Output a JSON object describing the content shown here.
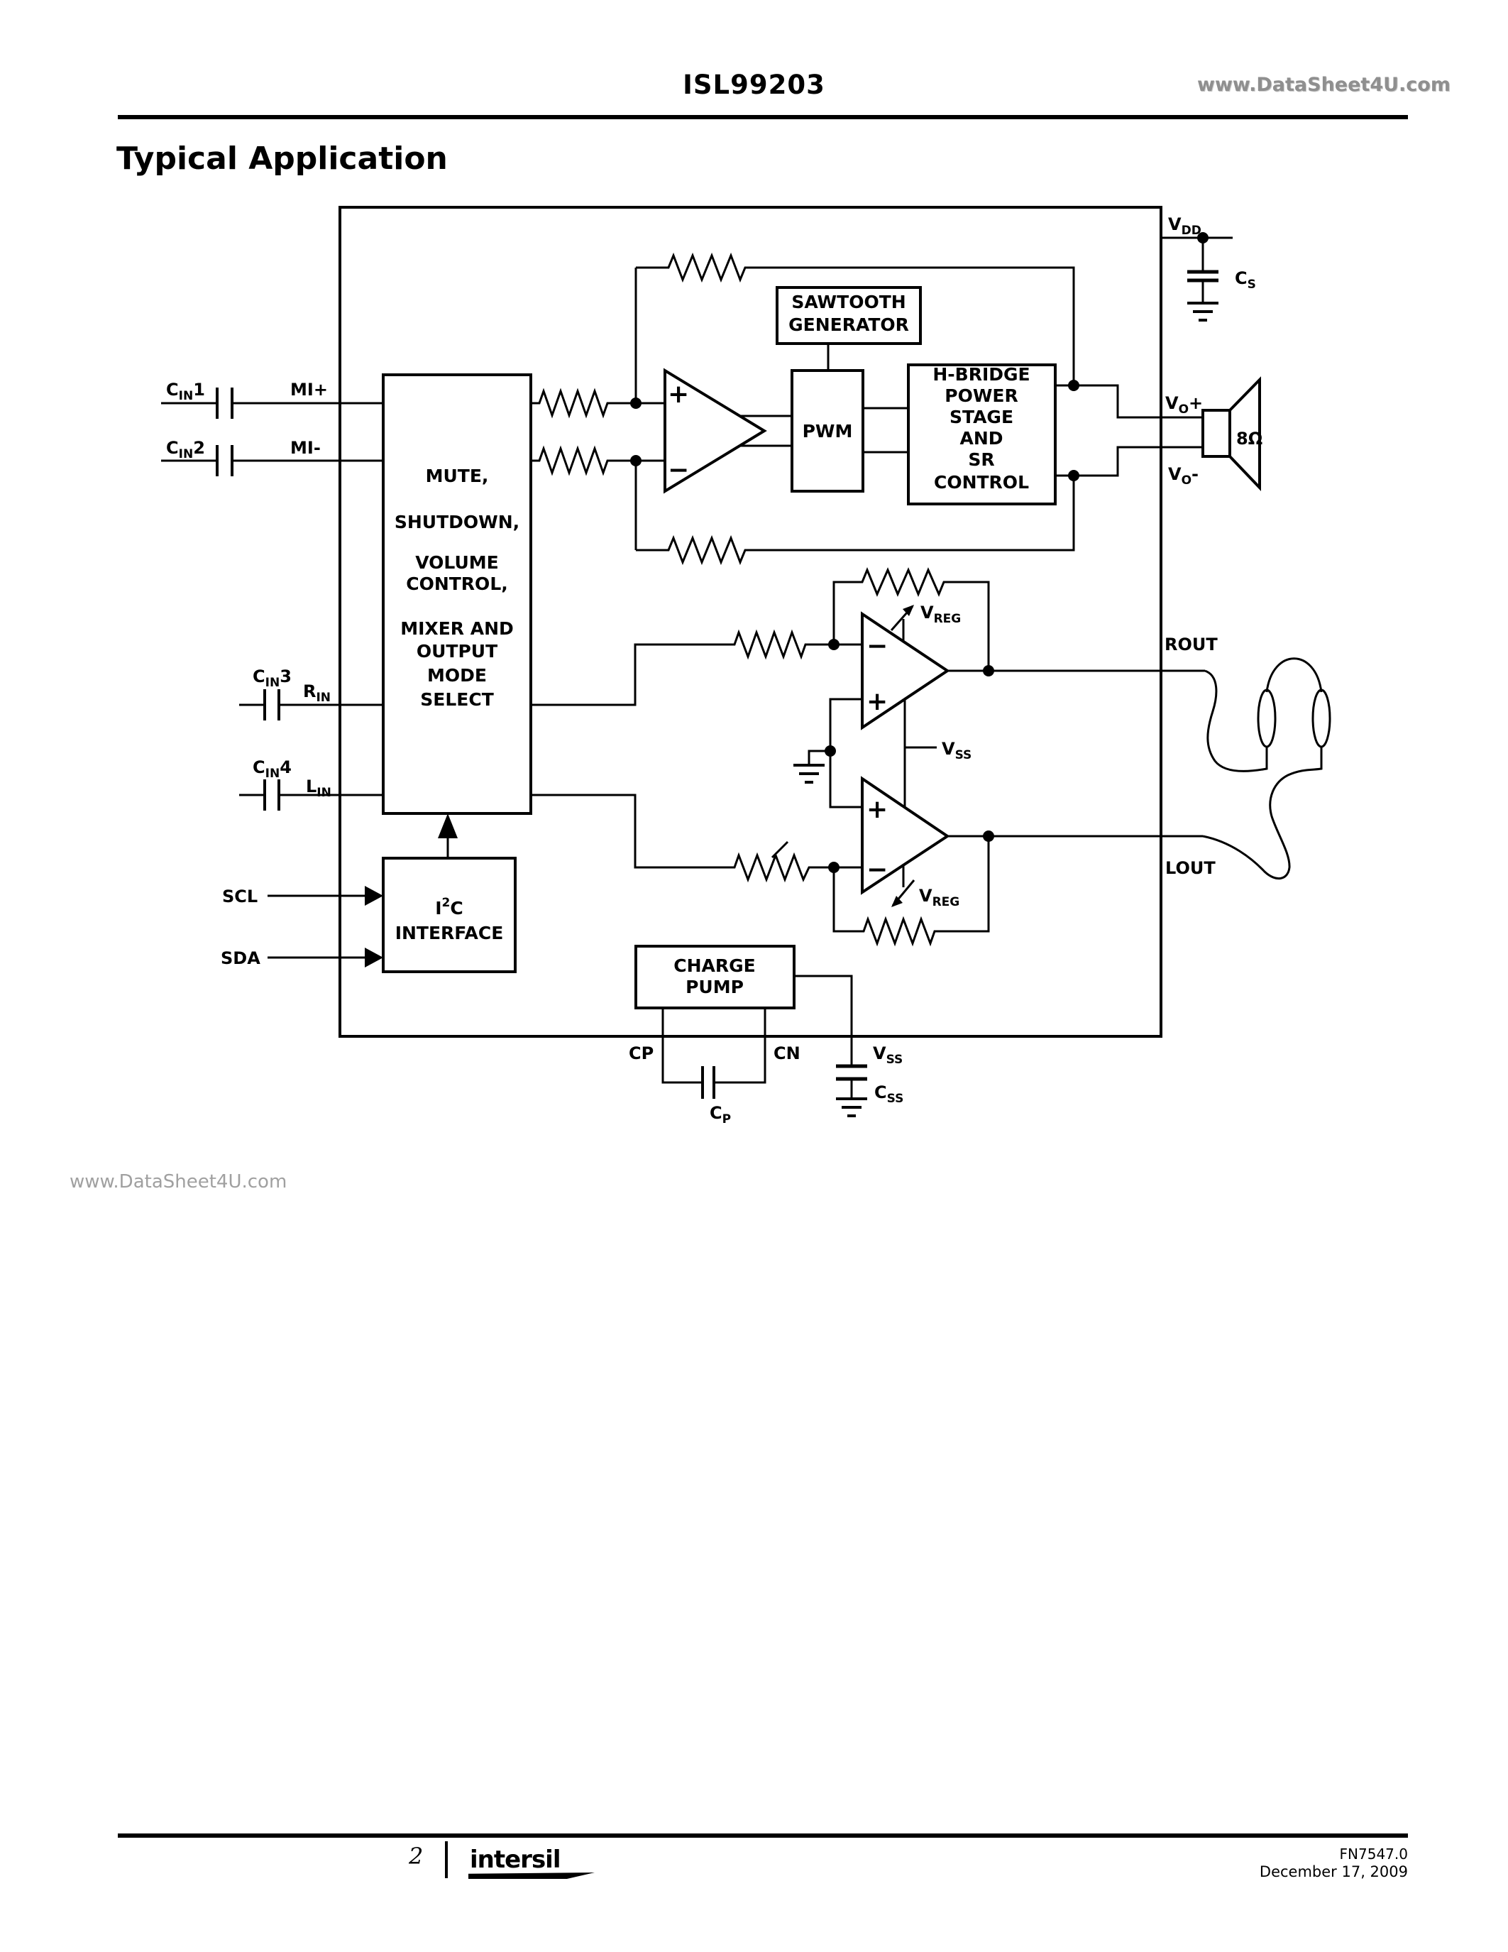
{
  "page": {
    "header": {
      "title": "ISL99203",
      "watermark": "www.DataSheet4U.com"
    },
    "section_title": "Typical Application",
    "mid_watermark": "www.DataSheet4U.com",
    "footer": {
      "page_number": "2",
      "logo_text": "intersil",
      "doc_number": "FN7547.0",
      "date": "December 17, 2009"
    }
  },
  "blocks": {
    "control": {
      "lines": [
        "MUTE,",
        "SHUTDOWN,",
        "VOLUME",
        "CONTROL,",
        "MIXER AND",
        "OUTPUT",
        "MODE",
        "SELECT"
      ]
    },
    "sawtooth": {
      "line1": "SAWTOOTH",
      "line2": "GENERATOR"
    },
    "pwm": {
      "label": "PWM"
    },
    "hbridge": {
      "lines": [
        "H-BRIDGE",
        "POWER",
        "STAGE",
        "AND",
        "SR",
        "CONTROL"
      ]
    },
    "i2c": {
      "base": "I",
      "sup": "2",
      "after": "C",
      "line2": "INTERFACE"
    },
    "charge_pump": {
      "line1": "CHARGE",
      "line2": "PUMP"
    }
  },
  "symbols": {
    "plus": "+",
    "minus": "−"
  },
  "pins": {
    "cin1": {
      "base": "C",
      "sub": "IN",
      "suffix": "1"
    },
    "cin2": {
      "base": "C",
      "sub": "IN",
      "suffix": "2"
    },
    "cin3": {
      "base": "C",
      "sub": "IN",
      "suffix": "3"
    },
    "cin4": {
      "base": "C",
      "sub": "IN",
      "suffix": "4"
    },
    "mi_plus": "MI+",
    "mi_minus": "MI-",
    "rin": {
      "base": "R",
      "sub": "IN"
    },
    "lin": {
      "base": "L",
      "sub": "IN"
    },
    "scl": "SCL",
    "sda": "SDA",
    "vdd": {
      "base": "V",
      "sub": "DD"
    },
    "cs": {
      "base": "C",
      "sub": "S"
    },
    "vo_plus": {
      "base": "V",
      "sub": "O",
      "suffix": "+"
    },
    "vo_minus": {
      "base": "V",
      "sub": "O",
      "suffix": "-"
    },
    "speaker_impedance": "8Ω",
    "rout": "ROUT",
    "lout": "LOUT",
    "vreg_top": {
      "base": "V",
      "sub": "REG"
    },
    "vreg_bottom": {
      "base": "V",
      "sub": "REG"
    },
    "vss_mid": {
      "base": "V",
      "sub": "SS"
    },
    "vss_bottom": {
      "base": "V",
      "sub": "SS"
    },
    "cp_pin": "CP",
    "cn_pin": "CN",
    "cp_cap": {
      "base": "C",
      "sub": "P"
    },
    "css_cap": {
      "base": "C",
      "sub": "SS"
    }
  }
}
